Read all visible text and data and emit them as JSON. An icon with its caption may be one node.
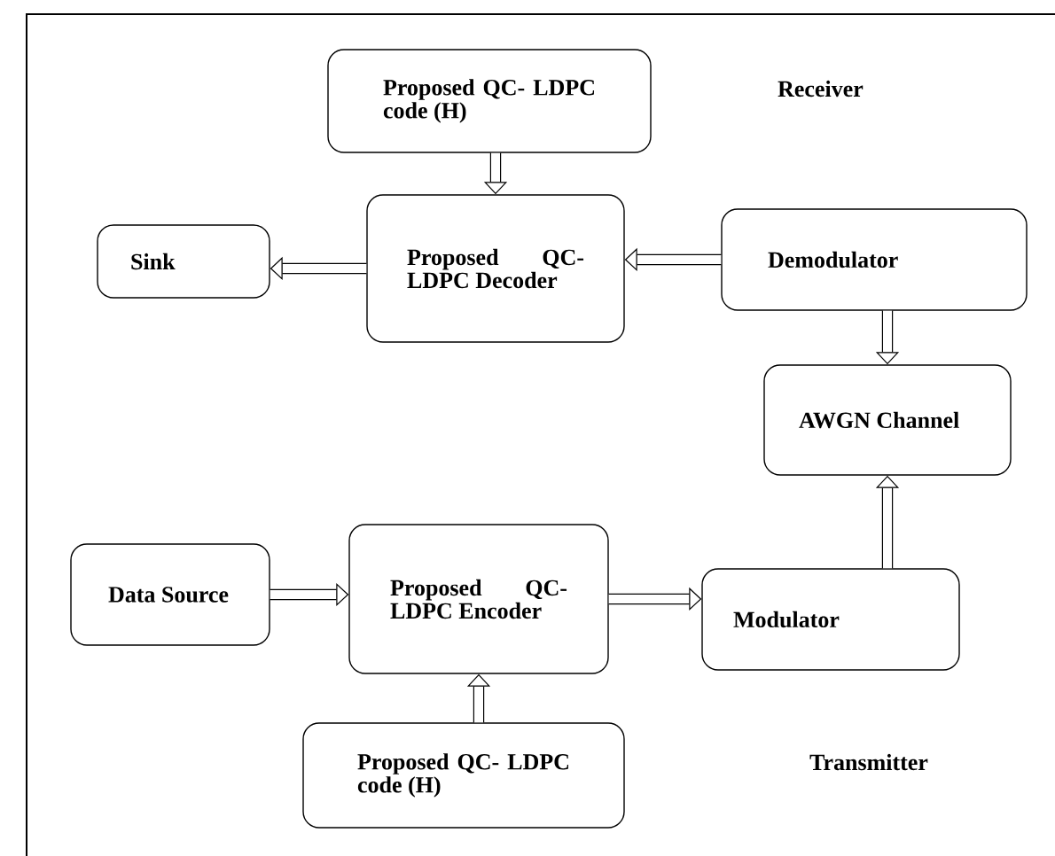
{
  "diagram": {
    "nodes": [
      {
        "text": [
          "Proposed QC- LDPC code (H)"
        ]
      },
      {
        "text": [
          "Proposed QC-LDPC Decoder"
        ]
      },
      {
        "text": [
          "Sink"
        ]
      },
      {
        "text": [
          "Demodulator"
        ]
      },
      {
        "text": [
          "AWGN Channel"
        ]
      },
      {
        "text": [
          "Data Source"
        ]
      },
      {
        "text": [
          "Proposed QC-LDPC Encoder"
        ]
      },
      {
        "text": [
          "Modulator"
        ]
      },
      {
        "text": [
          "Proposed QC- LDPC code (H)"
        ]
      }
    ],
    "edges": [
      {
        "from": 0,
        "to": 1,
        "arrow": "to"
      },
      {
        "from": 1,
        "to": 2,
        "arrow": "to"
      },
      {
        "from": 3,
        "to": 1,
        "arrow": "to"
      },
      {
        "from": 3,
        "to": 4,
        "arrow": "to"
      },
      {
        "from": 7,
        "to": 4,
        "arrow": "to"
      },
      {
        "from": 5,
        "to": 6,
        "arrow": "to"
      },
      {
        "from": 6,
        "to": 7,
        "arrow": "to"
      },
      {
        "from": 8,
        "to": 6,
        "arrow": "to"
      }
    ],
    "labels": [
      "Receiver",
      "Transmitter"
    ]
  }
}
